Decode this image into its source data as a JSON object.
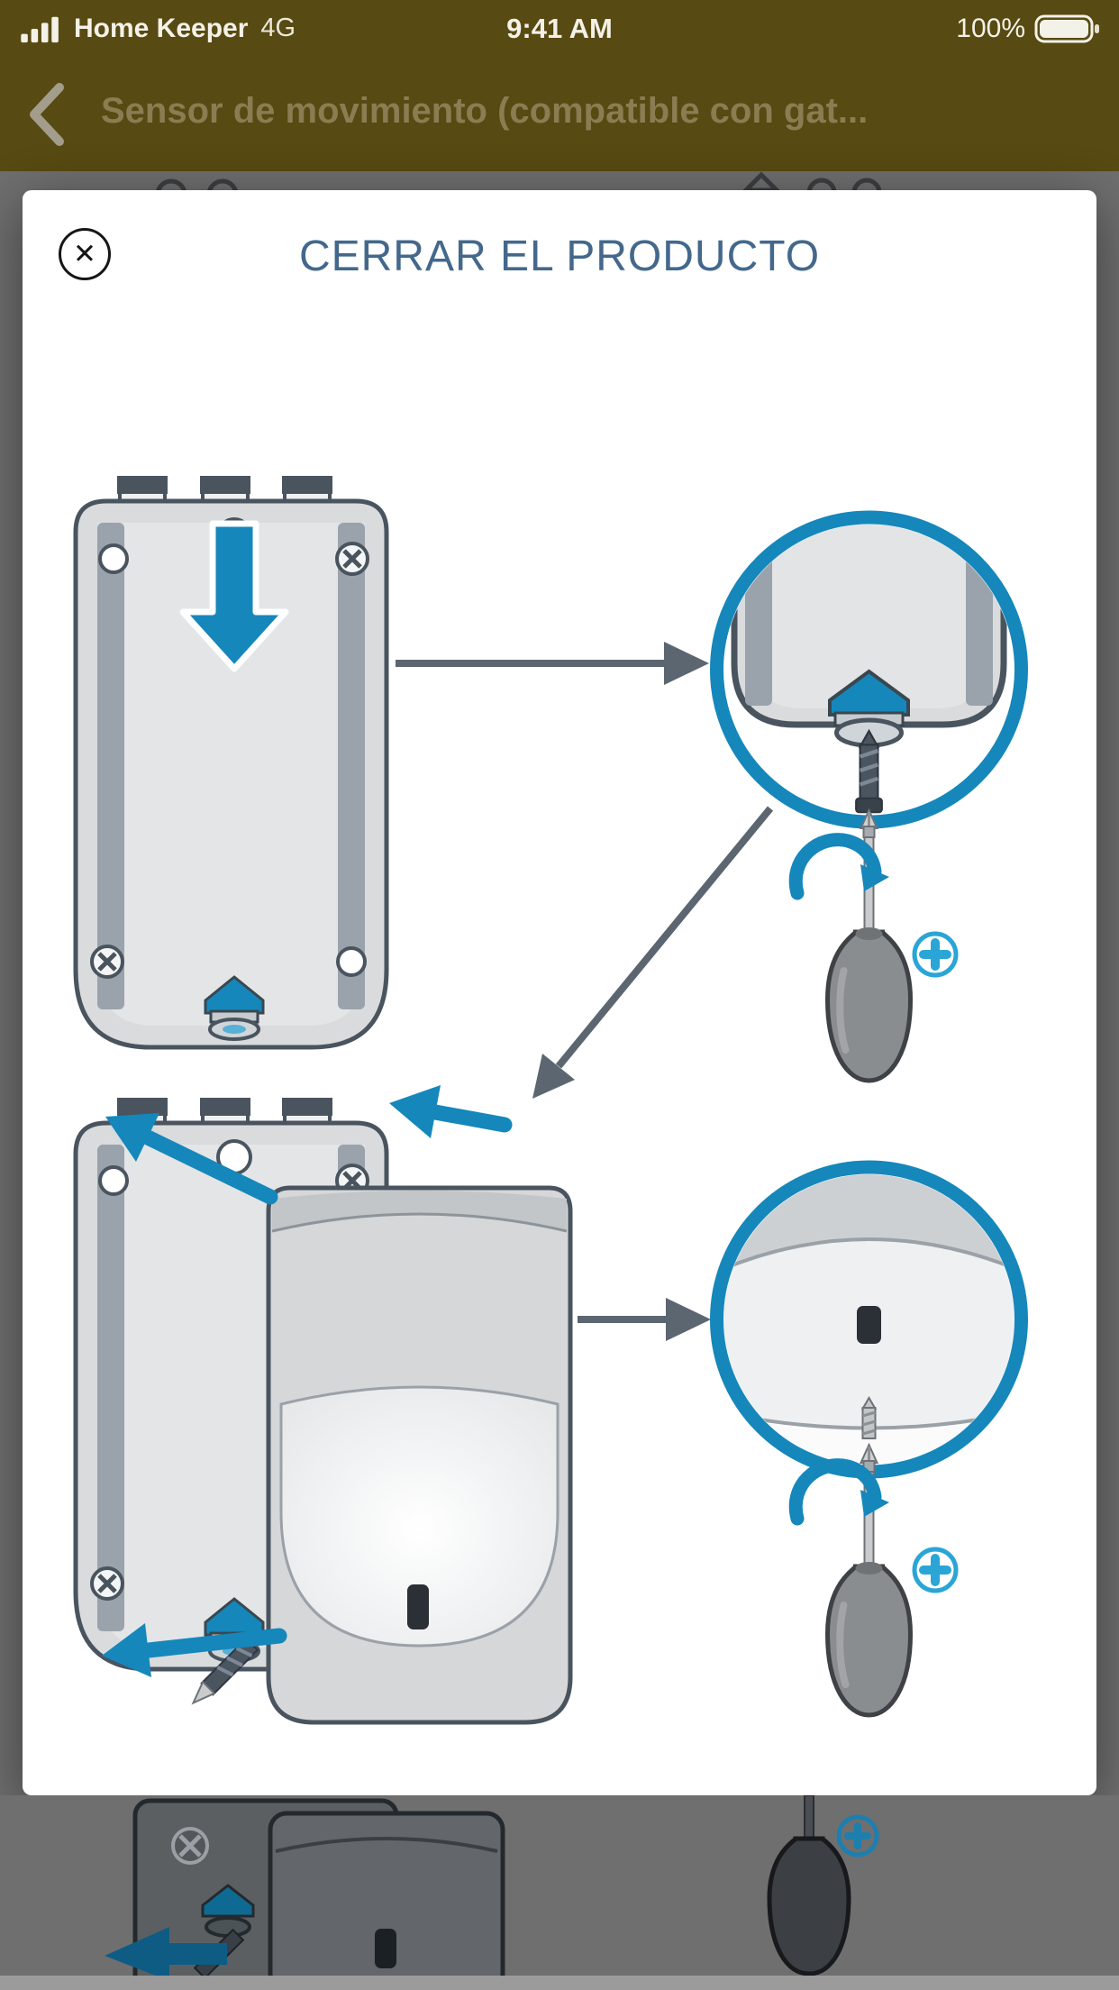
{
  "status_bar": {
    "carrier": "Home Keeper",
    "network": "4G",
    "time": "9:41 AM",
    "battery_level": "100%"
  },
  "nav_bar": {
    "title": "Sensor de movimiento (compatible con gat..."
  },
  "modal": {
    "title": "CERRAR EL PRODUCTO",
    "close_label": "✕"
  },
  "icons": {
    "signal": "cellular-signal-icon",
    "battery": "battery-full-icon",
    "back": "chevron-left-icon",
    "close": "close-circle-icon",
    "phillips": "phillips-screw-icon",
    "rotate": "rotate-clockwise-icon",
    "screwdriver": "screwdriver-icon",
    "magnifier": "zoom-detail-circle"
  },
  "colors": {
    "header_background": "#574a12",
    "nav_title": "#8b7c52",
    "modal_title": "#44688c",
    "accent_blue": "#1587bb",
    "arrow_gray": "#5b6670",
    "dim_overlay": "#6f6f6f"
  }
}
